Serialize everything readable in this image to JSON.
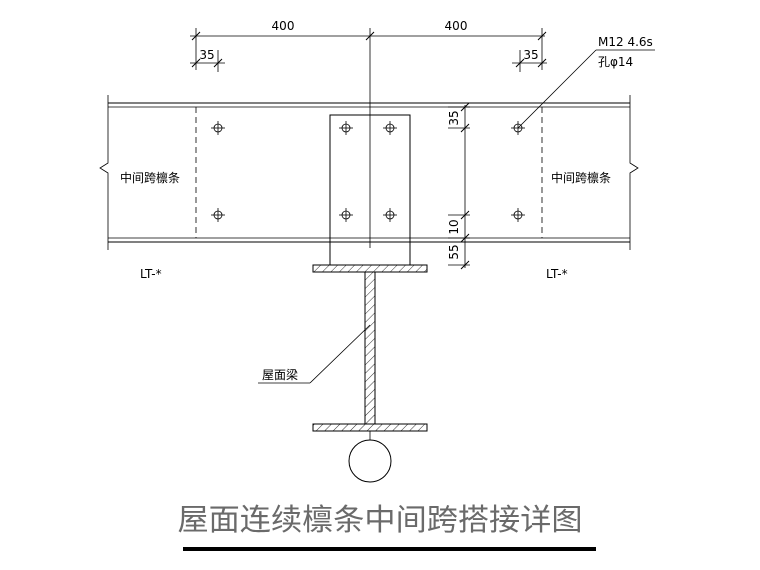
{
  "drawing": {
    "title": "屋面连续檩条中间跨搭接详图",
    "dimensions": {
      "left_span": "400",
      "right_span": "400",
      "left_edge": "35",
      "right_edge": "35",
      "upper_edge": "35",
      "lower_spacing": "10",
      "lower_edge": "55"
    },
    "labels": {
      "bolt_spec": "M12 4.6s",
      "hole_spec": "孔φ14",
      "left_purlin": "中间跨檩条",
      "right_purlin": "中间跨檩条",
      "left_mark": "LT-*",
      "right_mark": "LT-*",
      "beam": "屋面梁"
    }
  }
}
